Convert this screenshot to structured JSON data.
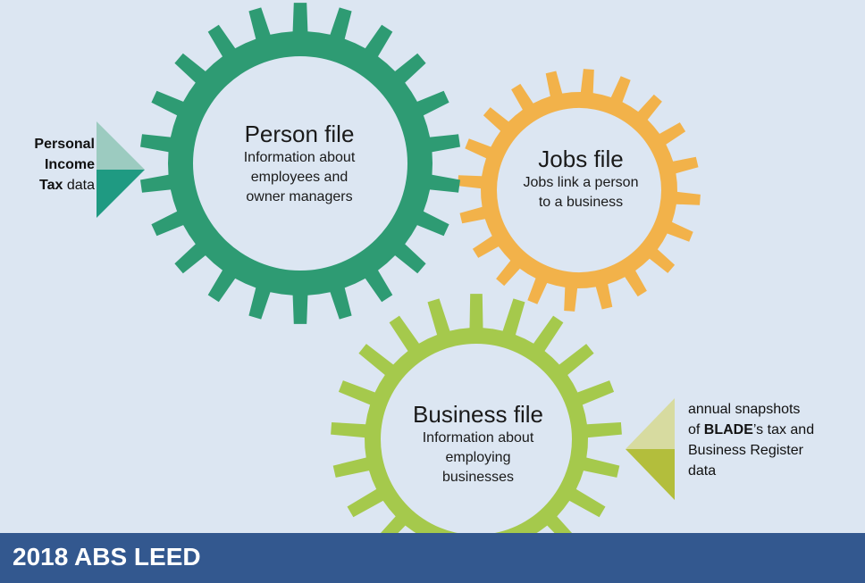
{
  "colors": {
    "background": "#dce6f2",
    "footer": "#33588f",
    "gear_person": "#2e9b73",
    "gear_jobs": "#f2b24a",
    "gear_business": "#a5c94c",
    "arrow_left_light": "#9ccbc0",
    "arrow_left_dark": "#1f9a82",
    "arrow_right_light": "#d7dba0",
    "arrow_right_dark": "#b3be3c"
  },
  "person": {
    "title": "Person file",
    "desc_line1": "Information about",
    "desc_line2": "employees and",
    "desc_line3": "owner managers"
  },
  "jobs": {
    "title": "Jobs file",
    "desc_line1": "Jobs link a person",
    "desc_line2": "to a business"
  },
  "business": {
    "title": "Business file",
    "desc_line1": "Information about",
    "desc_line2": "employing",
    "desc_line3": "businesses"
  },
  "left_input": {
    "word1": "Personal",
    "word2": "Income",
    "word3_bold": "Tax",
    "word3_rest": " data"
  },
  "right_input": {
    "line1": "annual snapshots",
    "line2_prefix": "of ",
    "line2_bold": "BLADE",
    "line2_rest": "’s tax and",
    "line3": "Business Register",
    "line4": "data"
  },
  "footer": {
    "title": "2018 ABS LEED"
  }
}
